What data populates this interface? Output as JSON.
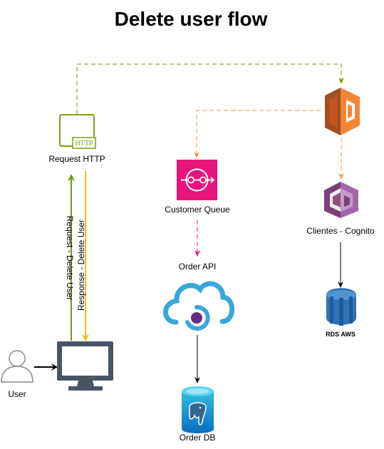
{
  "diagram": {
    "title": "Delete user flow",
    "nodes": {
      "user": {
        "label": "User",
        "icon": "user-icon"
      },
      "computer": {
        "icon": "computer-monitor-icon"
      },
      "http": {
        "label": "Request HTTP",
        "badge": "HTTP",
        "icon": "http-request-icon"
      },
      "lambda": {
        "icon": "aws-lambda-icon"
      },
      "queue": {
        "label": "Customer Queue",
        "icon": "message-queue-icon"
      },
      "cognito": {
        "label": "Clientes - Cognito",
        "icon": "aws-cognito-icon"
      },
      "order_api": {
        "label": "Order API",
        "icon": "cloud-api-icon"
      },
      "rds": {
        "label": "RDS AWS",
        "icon": "aws-rds-icon"
      },
      "order_db": {
        "label": "Order DB",
        "icon": "postgresql-database-icon"
      }
    },
    "edges": {
      "request": {
        "label": "Request - Delete User",
        "color": "#6d9a17"
      },
      "response": {
        "label": "Response - Delete User",
        "color": "#e2c31c"
      },
      "http_to_lambda": {
        "color": "#6d9a17"
      },
      "lambda_to_queue": {
        "color": "#f2994a"
      },
      "lambda_to_cognito": {
        "color": "#f2994a"
      },
      "queue_to_api": {
        "color": "#e7157b"
      }
    },
    "colors": {
      "lambda": "#ed7100",
      "queue": "#e7157b",
      "cognito": "#8c4f80",
      "rds": "#2e73b8",
      "cloud": "#39a7d9",
      "http": "#7aa116",
      "monitor": "#495565"
    }
  }
}
